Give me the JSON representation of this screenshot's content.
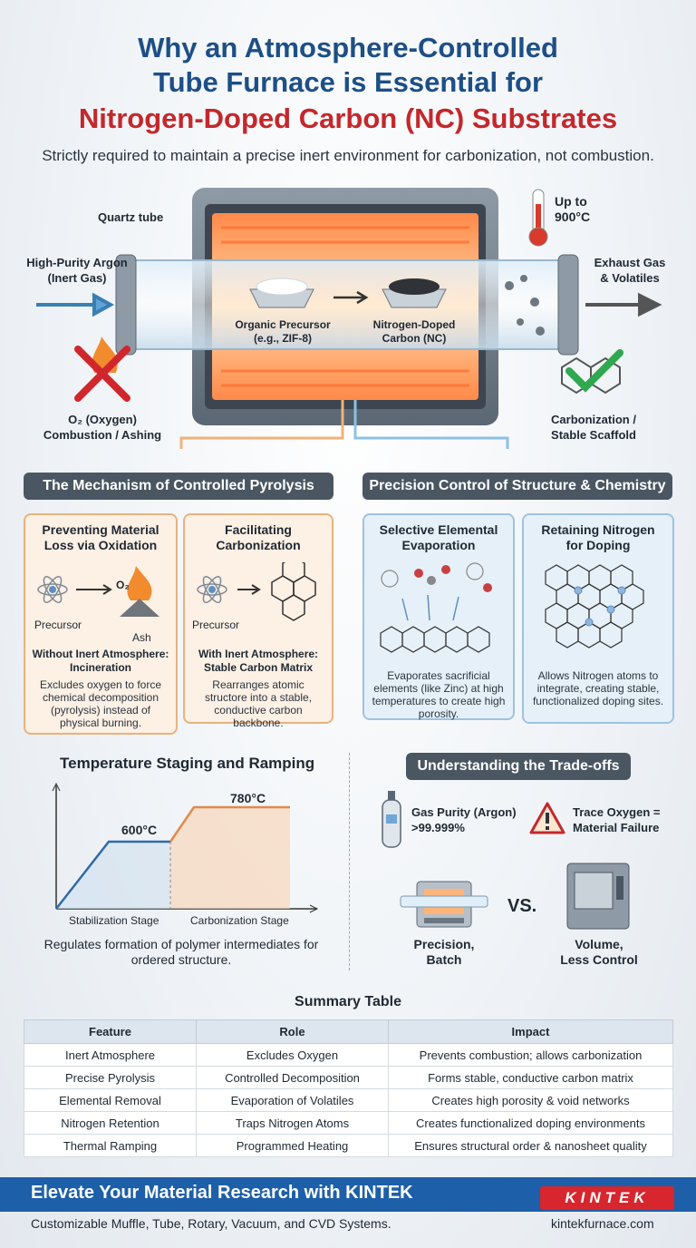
{
  "header": {
    "title_line1": "Why an Atmosphere-Controlled",
    "title_line2": "Tube Furnace is Essential for",
    "title_line3": "Nitrogen-Doped Carbon (NC) Substrates",
    "subtitle": "Strictly required to maintain a precise inert environment for carbonization, not combustion."
  },
  "furnace": {
    "quartz_tube": "Quartz tube",
    "temp_line1": "Up to",
    "temp_line2": "900°C",
    "inlet_line1": "High-Purity Argon",
    "inlet_line2": "(Inert Gas)",
    "exhaust_line1": "Exhaust Gas",
    "exhaust_line2": "& Volatiles",
    "precursor_line1": "Organic Precursor",
    "precursor_line2": "(e.g., ZIF-8)",
    "product_line1": "Nitrogen-Doped",
    "product_line2": "Carbon (NC)",
    "oxygen_line1": "O₂ (Oxygen)",
    "oxygen_line2": "Combustion / Ashing",
    "carbon_line1": "Carbonization /",
    "carbon_line2": "Stable Scaffold"
  },
  "mechanism": {
    "header": "The Mechanism of Controlled Pyrolysis",
    "card1": {
      "title_line1": "Preventing Material",
      "title_line2": "Loss via Oxidation",
      "o2": "O₂",
      "precursor": "Precursor",
      "ash": "Ash",
      "sub_line1": "Without Inert Atmosphere:",
      "sub_line2": "Incineration",
      "desc": "Excludes oxygen to force chemical decomposition (pyrolysis) instead of physical burning."
    },
    "card2": {
      "title_line1": "Facilitating",
      "title_line2": "Carbonization",
      "precursor": "Precursor",
      "sub_line1": "With Inert Atmosphere:",
      "sub_line2": "Stable Carbon Matrix",
      "desc": "Rearranges atomic structore into a stable, conductive carbon backbone."
    }
  },
  "precision": {
    "header": "Precision Control of Structure & Chemistry",
    "card1": {
      "title_line1": "Selective Elemental",
      "title_line2": "Evaporation",
      "desc": "Evaporates sacrificial elements (like Zinc) at high temperatures to create high porosity."
    },
    "card2": {
      "title_line1": "Retaining Nitrogen",
      "title_line2": "for Doping",
      "desc": "Allows Nitrogen atoms to integrate, creating stable, functionalized doping sites."
    }
  },
  "staging": {
    "title": "Temperature Staging and Ramping",
    "temp1": "600°C",
    "temp2": "780°C",
    "stage1": "Stabilization Stage",
    "stage2": "Carbonization Stage",
    "desc": "Regulates formation of polymer intermediates for ordered structure."
  },
  "tradeoffs": {
    "header": "Understanding the Trade-offs",
    "gas_line1": "Gas Purity (Argon)",
    "gas_line2": ">99.999%",
    "warn_line1": "Trace Oxygen =",
    "warn_line2": "Material Failure",
    "vs": "VS.",
    "left_line1": "Precision,",
    "left_line2": "Batch",
    "right_line1": "Volume,",
    "right_line2": "Less Control"
  },
  "summary": {
    "title": "Summary Table",
    "headers": [
      "Feature",
      "Role",
      "Impact"
    ],
    "rows": [
      [
        "Inert Atmosphere",
        "Excludes Oxygen",
        "Prevents combustion; allows carbonization"
      ],
      [
        "Precise Pyrolysis",
        "Controlled Decomposition",
        "Forms stable, conductive carbon matrix"
      ],
      [
        "Elemental Removal",
        "Evaporation of Volatiles",
        "Creates high porosity & void networks"
      ],
      [
        "Nitrogen Retention",
        "Traps Nitrogen Atoms",
        "Creates functionalized doping environments"
      ],
      [
        "Thermal Ramping",
        "Programmed Heating",
        "Ensures structural order & nanosheet quality"
      ]
    ]
  },
  "footer": {
    "title": "Elevate Your Material Research with KINTEK",
    "subtitle": "Customizable Muffle, Tube, Rotary, Vacuum, and CVD Systems.",
    "logo": "KINTEK",
    "url": "kintekfurnace.com"
  },
  "colors": {
    "title_blue": "#1d4f86",
    "title_red": "#c3282c",
    "orange_accent": "#e8b27e",
    "blue_accent": "#9dc3e2",
    "brand_red": "#d7262e",
    "footer_blue": "#1d5fa8"
  }
}
